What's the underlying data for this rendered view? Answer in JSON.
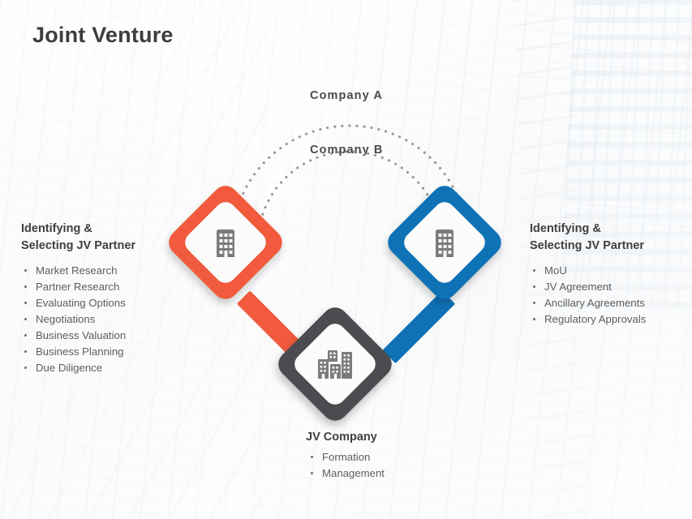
{
  "slide": {
    "title": "Joint Venture",
    "background_icon": "office-building-photo"
  },
  "arcs": [
    {
      "id": "company-a",
      "label": "Company A"
    },
    {
      "id": "company-b",
      "label": "Company B"
    }
  ],
  "nodes": [
    {
      "id": "company-a-node",
      "color": "#f15a3c",
      "icon": "office-building-icon"
    },
    {
      "id": "company-b-node",
      "color": "#0f72b5",
      "icon": "office-building-icon"
    },
    {
      "id": "jv-company-node",
      "color": "#4c4c50",
      "icon": "city-skyline-icon"
    }
  ],
  "blocks": {
    "left": {
      "heading_line1": "Identifying &",
      "heading_line2": "Selecting JV Partner",
      "bullets": [
        "Market Research",
        "Partner Research",
        "Evaluating Options",
        "Negotiations",
        "Business Valuation",
        "Business Planning",
        "Due Diligence"
      ]
    },
    "right": {
      "heading_line1": "Identifying &",
      "heading_line2": "Selecting JV Partner",
      "bullets": [
        "MoU",
        "JV Agreement",
        "Ancillary Agreements",
        "Regulatory Approvals"
      ]
    },
    "bottom": {
      "heading": "JV Company",
      "bullets": [
        "Formation",
        "Management"
      ]
    }
  },
  "colors": {
    "orange": "#f15a3c",
    "blue": "#0f72b5",
    "gray": "#4c4c50",
    "heading_text": "#3f3f3f",
    "bullet_text": "#5d5d5d",
    "arc_dot": "#9a9a9a"
  }
}
